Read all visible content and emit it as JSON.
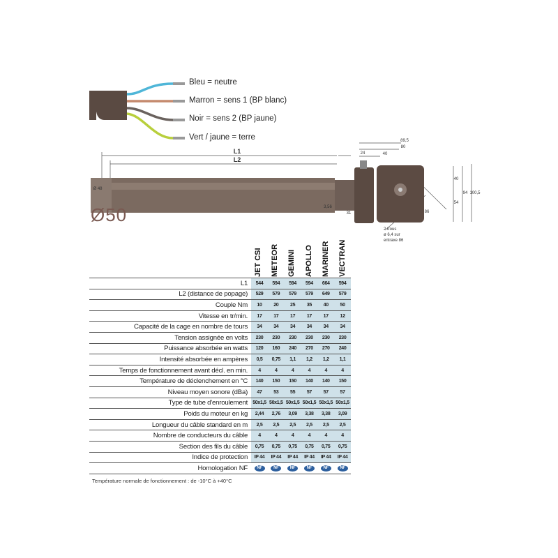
{
  "wiring": {
    "labels": [
      "Bleu = neutre",
      "Marron = sens 1 (BP blanc)",
      "Noir = sens 2 (BP jaune)",
      "Vert / jaune = terre"
    ],
    "colors": [
      "#4fb6d8",
      "#c58a6e",
      "#6a625e",
      "#b8cf3c"
    ]
  },
  "diameter_label": "Ø50",
  "dimensions": {
    "l1": "L1",
    "l2": "L2",
    "d24": "24",
    "d356": "3,56",
    "d31": "31",
    "d895": "89,5",
    "d80": "80",
    "d40": "40",
    "d40v": "40",
    "d54": "54",
    "d94": "94",
    "d1005": "100,5",
    "d86": "86",
    "d48": "Ø 48",
    "holes": [
      "2 trous",
      "ø 6,4 sur",
      "entraxe 86"
    ]
  },
  "table": {
    "models": [
      "JET CSI",
      "METEOR",
      "GEMINI",
      "APOLLO",
      "MARINER",
      "VECTRAN"
    ],
    "rows": [
      {
        "label": "L1",
        "values": [
          "544",
          "594",
          "594",
          "594",
          "664",
          "594"
        ]
      },
      {
        "label": "L2 (distance de popage)",
        "values": [
          "529",
          "579",
          "579",
          "579",
          "649",
          "579"
        ]
      },
      {
        "label": "Couple Nm",
        "values": [
          "10",
          "20",
          "25",
          "35",
          "40",
          "50"
        ]
      },
      {
        "label": "Vitesse en tr/min.",
        "values": [
          "17",
          "17",
          "17",
          "17",
          "17",
          "12"
        ]
      },
      {
        "label": "Capacité de la cage en nombre de tours",
        "values": [
          "34",
          "34",
          "34",
          "34",
          "34",
          "34"
        ]
      },
      {
        "label": "Tension assignée en volts",
        "values": [
          "230",
          "230",
          "230",
          "230",
          "230",
          "230"
        ]
      },
      {
        "label": "Puissance absorbée en watts",
        "values": [
          "120",
          "160",
          "240",
          "270",
          "270",
          "240"
        ]
      },
      {
        "label": "Intensité absorbée en ampères",
        "values": [
          "0,5",
          "0,75",
          "1,1",
          "1,2",
          "1,2",
          "1,1"
        ]
      },
      {
        "label": "Temps de fonctionnement avant décl. en min.",
        "values": [
          "4",
          "4",
          "4",
          "4",
          "4",
          "4"
        ]
      },
      {
        "label": "Température de déclenchement en °C",
        "values": [
          "140",
          "150",
          "150",
          "140",
          "140",
          "150"
        ]
      },
      {
        "label": "Niveau moyen sonore (dBa)",
        "values": [
          "47",
          "53",
          "55",
          "57",
          "57",
          "57"
        ]
      },
      {
        "label": "Type de tube d'enroulement",
        "values": [
          "50x1,5",
          "50x1,5",
          "50x1,5",
          "50x1,5",
          "50x1,5",
          "50x1,5"
        ]
      },
      {
        "label": "Poids du moteur en kg",
        "values": [
          "2,44",
          "2,76",
          "3,09",
          "3,38",
          "3,38",
          "3,09"
        ]
      },
      {
        "label": "Longueur du câble standard en m",
        "values": [
          "2,5",
          "2,5",
          "2,5",
          "2,5",
          "2,5",
          "2,5"
        ]
      },
      {
        "label": "Nombre de conducteurs du câble",
        "values": [
          "4",
          "4",
          "4",
          "4",
          "4",
          "4"
        ]
      },
      {
        "label": "Section des fils du câble",
        "values": [
          "0,75",
          "0,75",
          "0,75",
          "0,75",
          "0,75",
          "0,75"
        ]
      },
      {
        "label": "Indice de protection",
        "values": [
          "IP 44",
          "IP 44",
          "IP 44",
          "IP 44",
          "IP 44",
          "IP 44"
        ]
      },
      {
        "label": "Homologation NF",
        "values": [
          "NF",
          "NF",
          "NF",
          "NF",
          "NF",
          "NF"
        ]
      }
    ]
  },
  "note": "Température normale de fonctionnement : de -10°C à +40°C"
}
